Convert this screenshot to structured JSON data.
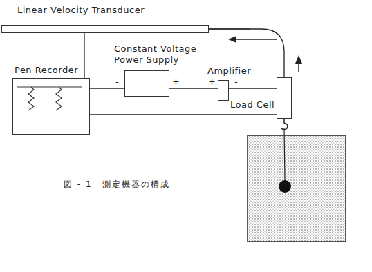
{
  "diagram": {
    "caption": "図 - 1　測定機器の構成",
    "nodes": [
      {
        "text": [
          "Linear Velocity Transducer"
        ]
      },
      {
        "text": [
          "Pen Recorder"
        ]
      },
      {
        "text": [
          "Constant Voltage Power Supply"
        ]
      },
      {
        "text": [
          "Amplifier"
        ]
      },
      {
        "text": [
          "Load Cell"
        ]
      }
    ],
    "edges": [
      {
        "from": 0,
        "to": 1,
        "arrow": "none"
      },
      {
        "from": 1,
        "to": 2,
        "arrow": "none"
      },
      {
        "from": 2,
        "to": 3,
        "arrow": "none"
      },
      {
        "from": 3,
        "to": 4,
        "arrow": "none"
      },
      {
        "from": 1,
        "to": 4,
        "arrow": "none"
      },
      {
        "from": 4,
        "to": 0,
        "arrow": "none"
      }
    ],
    "labels": [
      "-",
      "+",
      "+",
      "-"
    ]
  }
}
